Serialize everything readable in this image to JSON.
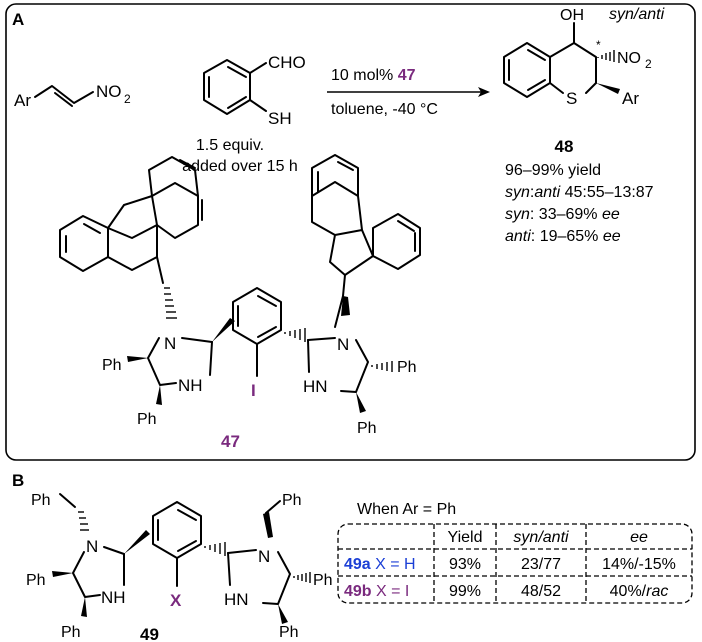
{
  "panelA": {
    "label": "A",
    "reagent1": {
      "ar": "Ar",
      "no2": "NO",
      "no2_sub": "2"
    },
    "reagent2": {
      "cho": "CHO",
      "sh": "SH",
      "equiv": "1.5 equiv.",
      "added": "added over 15 h"
    },
    "arrow": {
      "top_prefix": "10 mol% ",
      "top_catalyst": "47",
      "bottom": "toluene, -40 °C"
    },
    "product": {
      "oh": "OH",
      "star": "*",
      "stereo_label": "syn/anti",
      "no2": "NO",
      "no2_sub": "2",
      "s": "S",
      "ar": "Ar",
      "number": "48",
      "results": [
        "96–99% yield",
        "syn:anti 45:55–13:87",
        "syn: 33–69% ee",
        "anti: 19–65% ee"
      ]
    },
    "catalyst": {
      "n_left": "N",
      "nh_left": "NH",
      "ph_left_top": "Ph",
      "ph_left_bottom": "Ph",
      "iodo": "I",
      "n_right": "N",
      "hn_right": "HN",
      "ph_right_top": "Ph",
      "ph_right_bottom": "Ph",
      "number": "47"
    }
  },
  "panelB": {
    "label": "B",
    "structure": {
      "ph_benzyl_left": "Ph",
      "n_left": "N",
      "nh_left": "NH",
      "ph_left_top": "Ph",
      "ph_left_bottom": "Ph",
      "x": "X",
      "n_right": "N",
      "hn_right": "HN",
      "ph_benzyl_right": "Ph",
      "ph_right_top": "Ph",
      "ph_right_bottom": "Ph",
      "number": "49"
    },
    "table": {
      "caption": "When Ar = Ph",
      "headers": [
        "",
        "Yield",
        "syn/anti",
        "ee"
      ],
      "rows": [
        {
          "id": "49a",
          "sub": " X = H",
          "yield": "93%",
          "synanti": "23/77",
          "ee": "14%/-15%"
        },
        {
          "id": "49b",
          "sub": " X = I",
          "yield": "99%",
          "synanti": "48/52",
          "ee_value": "40%/",
          "ee_rac": "rac"
        }
      ]
    }
  }
}
